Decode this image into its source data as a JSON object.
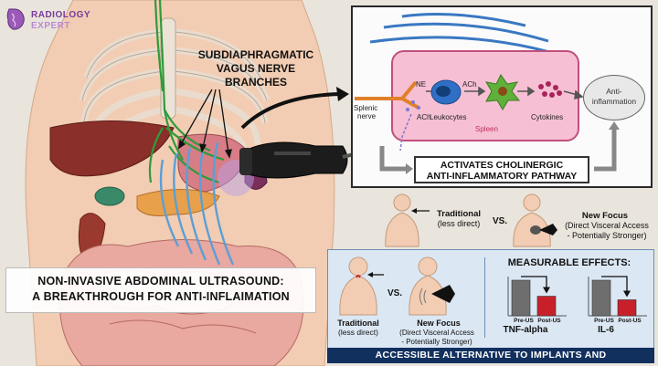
{
  "logo": {
    "line1": "RADIOLOGY",
    "line2": "EXPERT"
  },
  "left": {
    "vagus_label_1": "SUBDIAPHRAGMATIC",
    "vagus_label_2": "VAGUS NERVE",
    "vagus_label_3": "BRANCHES",
    "title_line1": "NON-INVASIVE ABDOMINAL ULTRASOUND:",
    "title_line2": "A BREAKTHROUGH FOR ANTI-INFLAIMATION"
  },
  "pathway": {
    "splenic_nerve_1": "Splenic",
    "splenic_nerve_2": "nerve",
    "ne": "NE",
    "ach_top": "ACh",
    "ach_bottom": "ACh",
    "leukocytes": "Leukocytes",
    "cytokines": "Cytokines",
    "spleen": "Spleen",
    "anti_1": "Anti-",
    "anti_2": "inflammation",
    "activates_1": "ACTIVATES CHOLINERGIC",
    "activates_2": "ANTI-INFLAMMATORY PATHWAY"
  },
  "comparison_top": {
    "traditional": "Traditional",
    "traditional_sub": "(less direct)",
    "vs": "VS.",
    "new_focus": "New Focus",
    "new_focus_sub1": "(Direct Visceral Access",
    "new_focus_sub2": "- Potentially Stronger)"
  },
  "comparison_bottom": {
    "traditional": "Traditional",
    "traditional_sub": "(less direct)",
    "vs": "VS.",
    "new_focus": "New Focus",
    "new_focus_sub1": "(Direct Visceral Access",
    "new_focus_sub2": "- Potentially Stronger)"
  },
  "effects": {
    "title": "MEASURABLE EFFECTS:",
    "footer": "ACCESSIBLE ALTERNATIVE TO IMPLANTS AND PHARMACEUTICALS"
  },
  "chart_data": [
    {
      "type": "bar",
      "title": "TNF-alpha",
      "categories": [
        "Pre-US",
        "Post-US"
      ],
      "values": [
        100,
        55
      ],
      "colors": [
        "#6e6e6e",
        "#c8202a"
      ]
    },
    {
      "type": "bar",
      "title": "IL-6",
      "categories": [
        "Pre-US",
        "Post-US"
      ],
      "values": [
        100,
        45
      ],
      "colors": [
        "#6e6e6e",
        "#c8202a"
      ]
    }
  ],
  "colors": {
    "footer": "#12305e",
    "nerve": "#2f9b3a",
    "ultrasound_wave": "#5b9fd6",
    "spleen": "#f6bfd3",
    "accent_red": "#c8202a"
  },
  "icons": [
    "brain-logo-icon",
    "ultrasound-probe-icon",
    "leukocyte-icon",
    "cytokine-icon",
    "arrow-icon"
  ]
}
